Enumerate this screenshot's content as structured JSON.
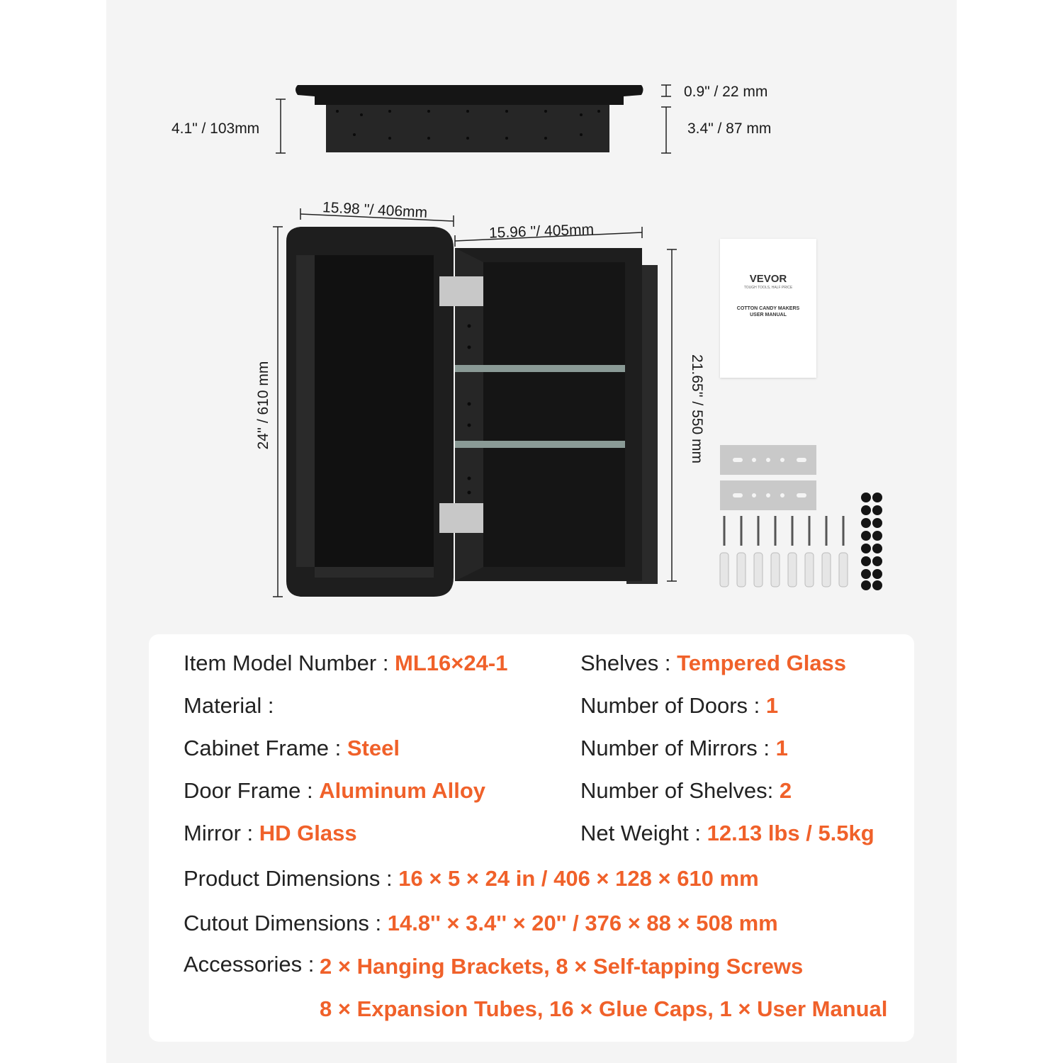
{
  "dimensions": {
    "door_depth": "0.9\" / 22 mm",
    "cabinet_depth": "3.4\" / 87 mm",
    "total_depth": "4.1\" / 103mm",
    "door_width": "15.98 ''/ 406mm",
    "cabinet_width": "15.96 ''/ 405mm",
    "door_height": "24'' / 610 mm",
    "cabinet_height": "21.65'' / 550 mm"
  },
  "manual": {
    "brand": "VEVOR",
    "tagline": "TOUGH TOOLS, HALF PRICE",
    "title_line1": "COTTON CANDY MAKERS",
    "title_line2": "USER MANUAL"
  },
  "specs": {
    "model_label": "Item Model Number : ",
    "model_value": "ML16×24-1",
    "material_label": "Material :",
    "cabinet_frame_label": "Cabinet Frame : ",
    "cabinet_frame_value": "Steel",
    "door_frame_label": "Door Frame : ",
    "door_frame_value": "Aluminum Alloy",
    "mirror_label": "Mirror : ",
    "mirror_value": "HD Glass",
    "shelves_label": "Shelves : ",
    "shelves_value": "Tempered Glass",
    "doors_label": "Number of Doors : ",
    "doors_value": "1",
    "mirrors_label": "Number of Mirrors : ",
    "mirrors_value": "1",
    "num_shelves_label": "Number of Shelves: ",
    "num_shelves_value": "2",
    "weight_label": "Net Weight : ",
    "weight_value": "12.13 lbs / 5.5kg",
    "product_dim_label": "Product Dimensions : ",
    "product_dim_value": "16 × 5 × 24 in / 406 × 128 × 610 mm",
    "cutout_label": "Cutout Dimensions : ",
    "cutout_value": "14.8'' × 3.4'' × 20'' / 376 × 88 × 508 mm",
    "accessories_label": "Accessories : ",
    "accessories_line1": "2 × Hanging Brackets,  8 × Self-tapping Screws",
    "accessories_line2": "8 × Expansion Tubes,  16 × Glue Caps,  1 × User Manual"
  },
  "colors": {
    "accent": "#f0612a",
    "cabinet": "#1c1c1c",
    "background": "#f4f4f4"
  }
}
